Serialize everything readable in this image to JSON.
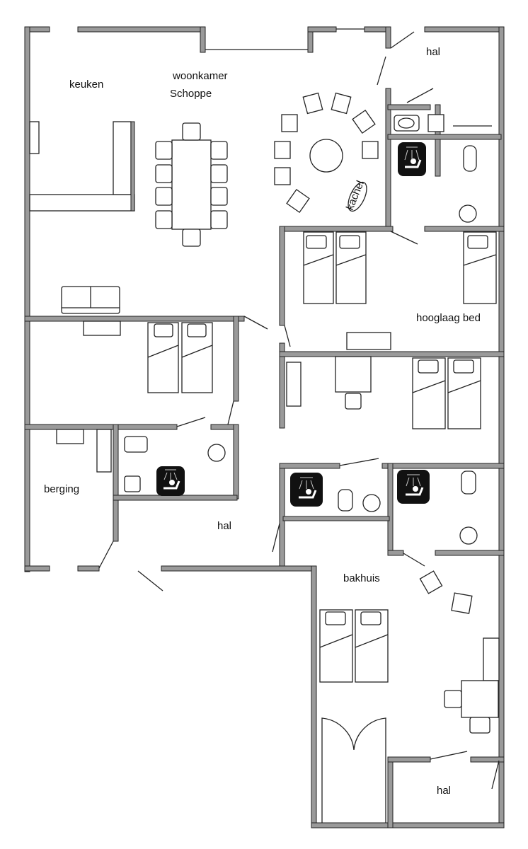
{
  "labels": {
    "keuken": "keuken",
    "woonkamer": "woonkamer",
    "schoppe": "Schoppe",
    "hal_top": "hal",
    "kachel": "kachel",
    "hooglaag_bed": "hooglaag bed",
    "berging": "berging",
    "hal_middle": "hal",
    "bakhuis": "bakhuis",
    "hal_bottom": "hal"
  }
}
